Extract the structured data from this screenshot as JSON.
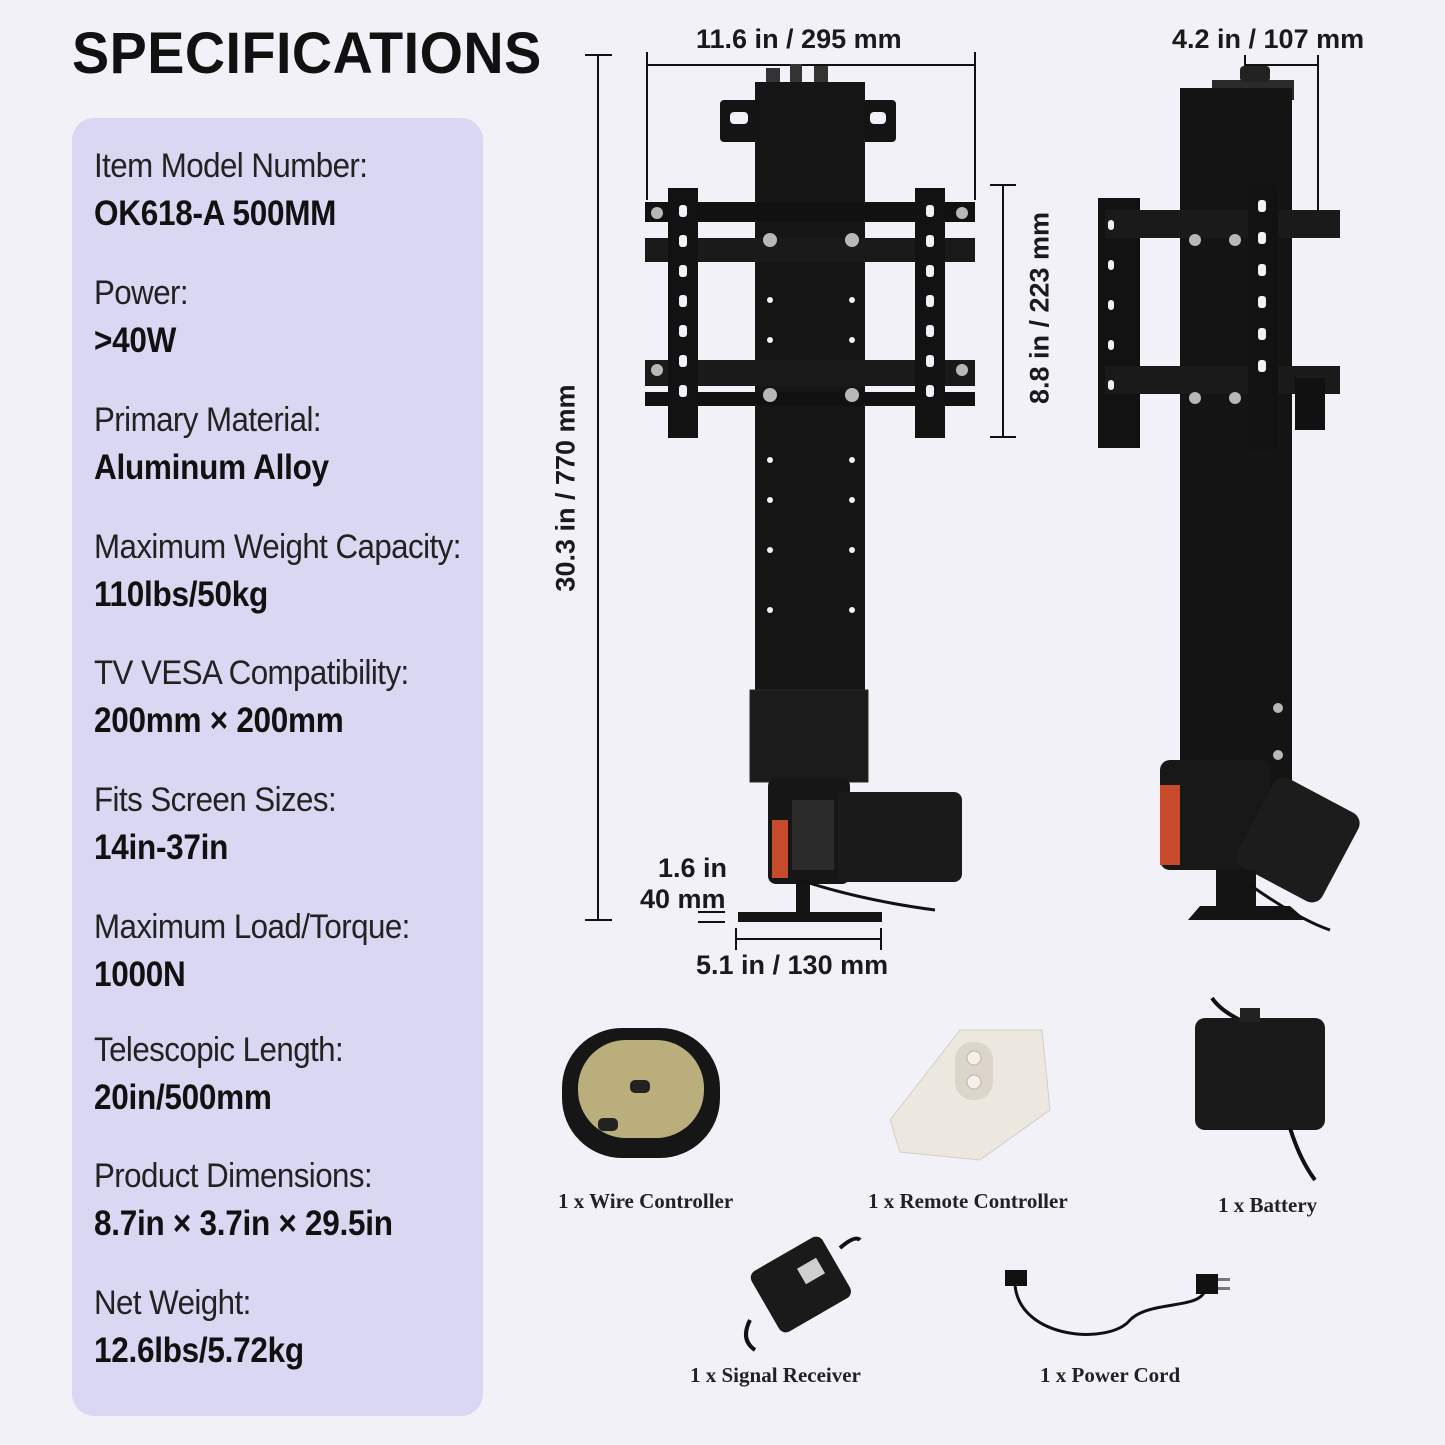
{
  "heading": "SPECIFICATIONS",
  "specs": [
    {
      "label": "Item Model Number:",
      "value": "OK618-A 500MM"
    },
    {
      "label": "Power:",
      "value": ">40W"
    },
    {
      "label": "Primary Material:",
      "value": "Aluminum Alloy"
    },
    {
      "label": "Maximum Weight Capacity:",
      "value": "110lbs/50kg"
    },
    {
      "label": "TV VESA Compatibility:",
      "value": "200mm × 200mm"
    },
    {
      "label": "Fits Screen Sizes:",
      "value": "14in-37in"
    },
    {
      "label": "Maximum Load/Torque:",
      "value": "1000N"
    },
    {
      "label": "Telescopic Length:",
      "value": "20in/500mm"
    },
    {
      "label": "Product Dimensions:",
      "value": "8.7in × 3.7in × 29.5in"
    },
    {
      "label": "Net Weight:",
      "value": "12.6lbs/5.72kg"
    }
  ],
  "dimensions": {
    "width": "11.6 in / 295 mm",
    "depth": "4.2 in / 107 mm",
    "height": "30.3 in / 770 mm",
    "bracket_height": "8.8 in / 223 mm",
    "base_thickness_in": "1.6 in",
    "base_thickness_mm": "40 mm",
    "base_width": "5.1 in / 130 mm"
  },
  "accessories": [
    {
      "label": "1 x Wire Controller"
    },
    {
      "label": "1 x Remote Controller"
    },
    {
      "label": "1 x Battery"
    },
    {
      "label": "1 x Signal Receiver"
    },
    {
      "label": "1 x Power Cord"
    }
  ],
  "colors": {
    "panel": "#d9d7f1",
    "background": "#f2f1f8",
    "product": "#141414"
  }
}
